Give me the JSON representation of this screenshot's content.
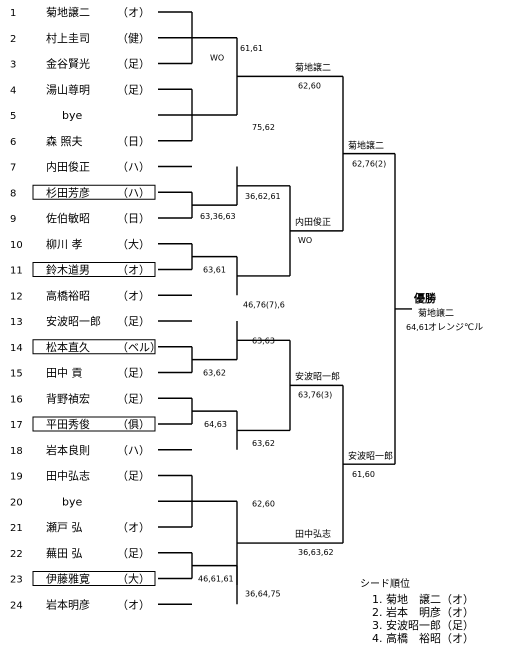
{
  "players": [
    {
      "no": "1",
      "name": "菊地譲二",
      "club": "（オ）",
      "boxed": false
    },
    {
      "no": "2",
      "name": "村上圭司",
      "club": "（健）",
      "boxed": false
    },
    {
      "no": "3",
      "name": "金谷賢光",
      "club": "（足）",
      "boxed": false
    },
    {
      "no": "4",
      "name": "湯山尊明",
      "club": "（足）",
      "boxed": false
    },
    {
      "no": "5",
      "name": "bye",
      "club": "",
      "boxed": false
    },
    {
      "no": "6",
      "name": "森 照夫",
      "club": "（日）",
      "boxed": false
    },
    {
      "no": "7",
      "name": "内田俊正",
      "club": "（ハ）",
      "boxed": false
    },
    {
      "no": "8",
      "name": "杉田芳彦",
      "club": "（ハ）",
      "boxed": true
    },
    {
      "no": "9",
      "name": "佐伯敏昭",
      "club": "（日）",
      "boxed": false
    },
    {
      "no": "10",
      "name": "柳川 孝",
      "club": "（大）",
      "boxed": false
    },
    {
      "no": "11",
      "name": "鈴木道男",
      "club": "（オ）",
      "boxed": true
    },
    {
      "no": "12",
      "name": "高橋裕昭",
      "club": "（オ）",
      "boxed": false
    },
    {
      "no": "13",
      "name": "安波昭一郎",
      "club": "（足）",
      "boxed": false
    },
    {
      "no": "14",
      "name": "松本直久",
      "club": "（ベル）",
      "boxed": true
    },
    {
      "no": "15",
      "name": "田中 貢",
      "club": "（足）",
      "boxed": false
    },
    {
      "no": "16",
      "name": "背野禎宏",
      "club": "（足）",
      "boxed": false
    },
    {
      "no": "17",
      "name": "平田秀俊",
      "club": "（俱）",
      "boxed": true
    },
    {
      "no": "18",
      "name": "岩本良則",
      "club": "（ハ）",
      "boxed": false
    },
    {
      "no": "19",
      "name": "田中弘志",
      "club": "（足）",
      "boxed": false
    },
    {
      "no": "20",
      "name": "bye",
      "club": "",
      "boxed": false
    },
    {
      "no": "21",
      "name": "瀬戸 弘",
      "club": "（オ）",
      "boxed": false
    },
    {
      "no": "22",
      "name": "蕪田 弘",
      "club": "（足）",
      "boxed": false
    },
    {
      "no": "23",
      "name": "伊藤雅寛",
      "club": "（大）",
      "boxed": true
    },
    {
      "no": "24",
      "name": "岩本明彦",
      "club": "（オ）",
      "boxed": false
    }
  ],
  "round1": [
    {
      "score": "61,61"
    },
    {
      "score": "WO"
    },
    {
      "score": "75,62"
    },
    {
      "score": "36,62,61"
    },
    {
      "score": "63,36,63"
    },
    {
      "score": "63,61"
    },
    {
      "score": "46,76(7),6"
    },
    {
      "score": "63,63"
    },
    {
      "score": "63,62"
    },
    {
      "score": "64,63"
    },
    {
      "score": "63,62"
    },
    {
      "score": "62,60"
    },
    {
      "score": "46,61,61"
    },
    {
      "score": "36,64,75"
    }
  ],
  "round2": [
    {
      "winner": "菊地譲二",
      "score": "62,60"
    },
    {
      "winner": "内田俊正",
      "score": "WO"
    },
    {
      "winner": "安波昭一郎",
      "score": "63,76(3)"
    },
    {
      "winner": "田中弘志",
      "score": "36,63,62"
    }
  ],
  "semis": [
    {
      "winner": "菊地譲二",
      "score": "62,76(2)"
    },
    {
      "winner": "安波昭一郎",
      "score": "61,60"
    }
  ],
  "final": {
    "title": "優勝",
    "champion": "菊地譲二",
    "club": "オレンジ℃ル",
    "score": "64,61"
  },
  "seeds": {
    "title": "シード順位",
    "items": [
      "1. 菊地　譲二（オ）",
      "2. 岩本　明彦（オ）",
      "3. 安波昭一郎（足）",
      "4. 高橋　裕昭（オ）"
    ]
  }
}
